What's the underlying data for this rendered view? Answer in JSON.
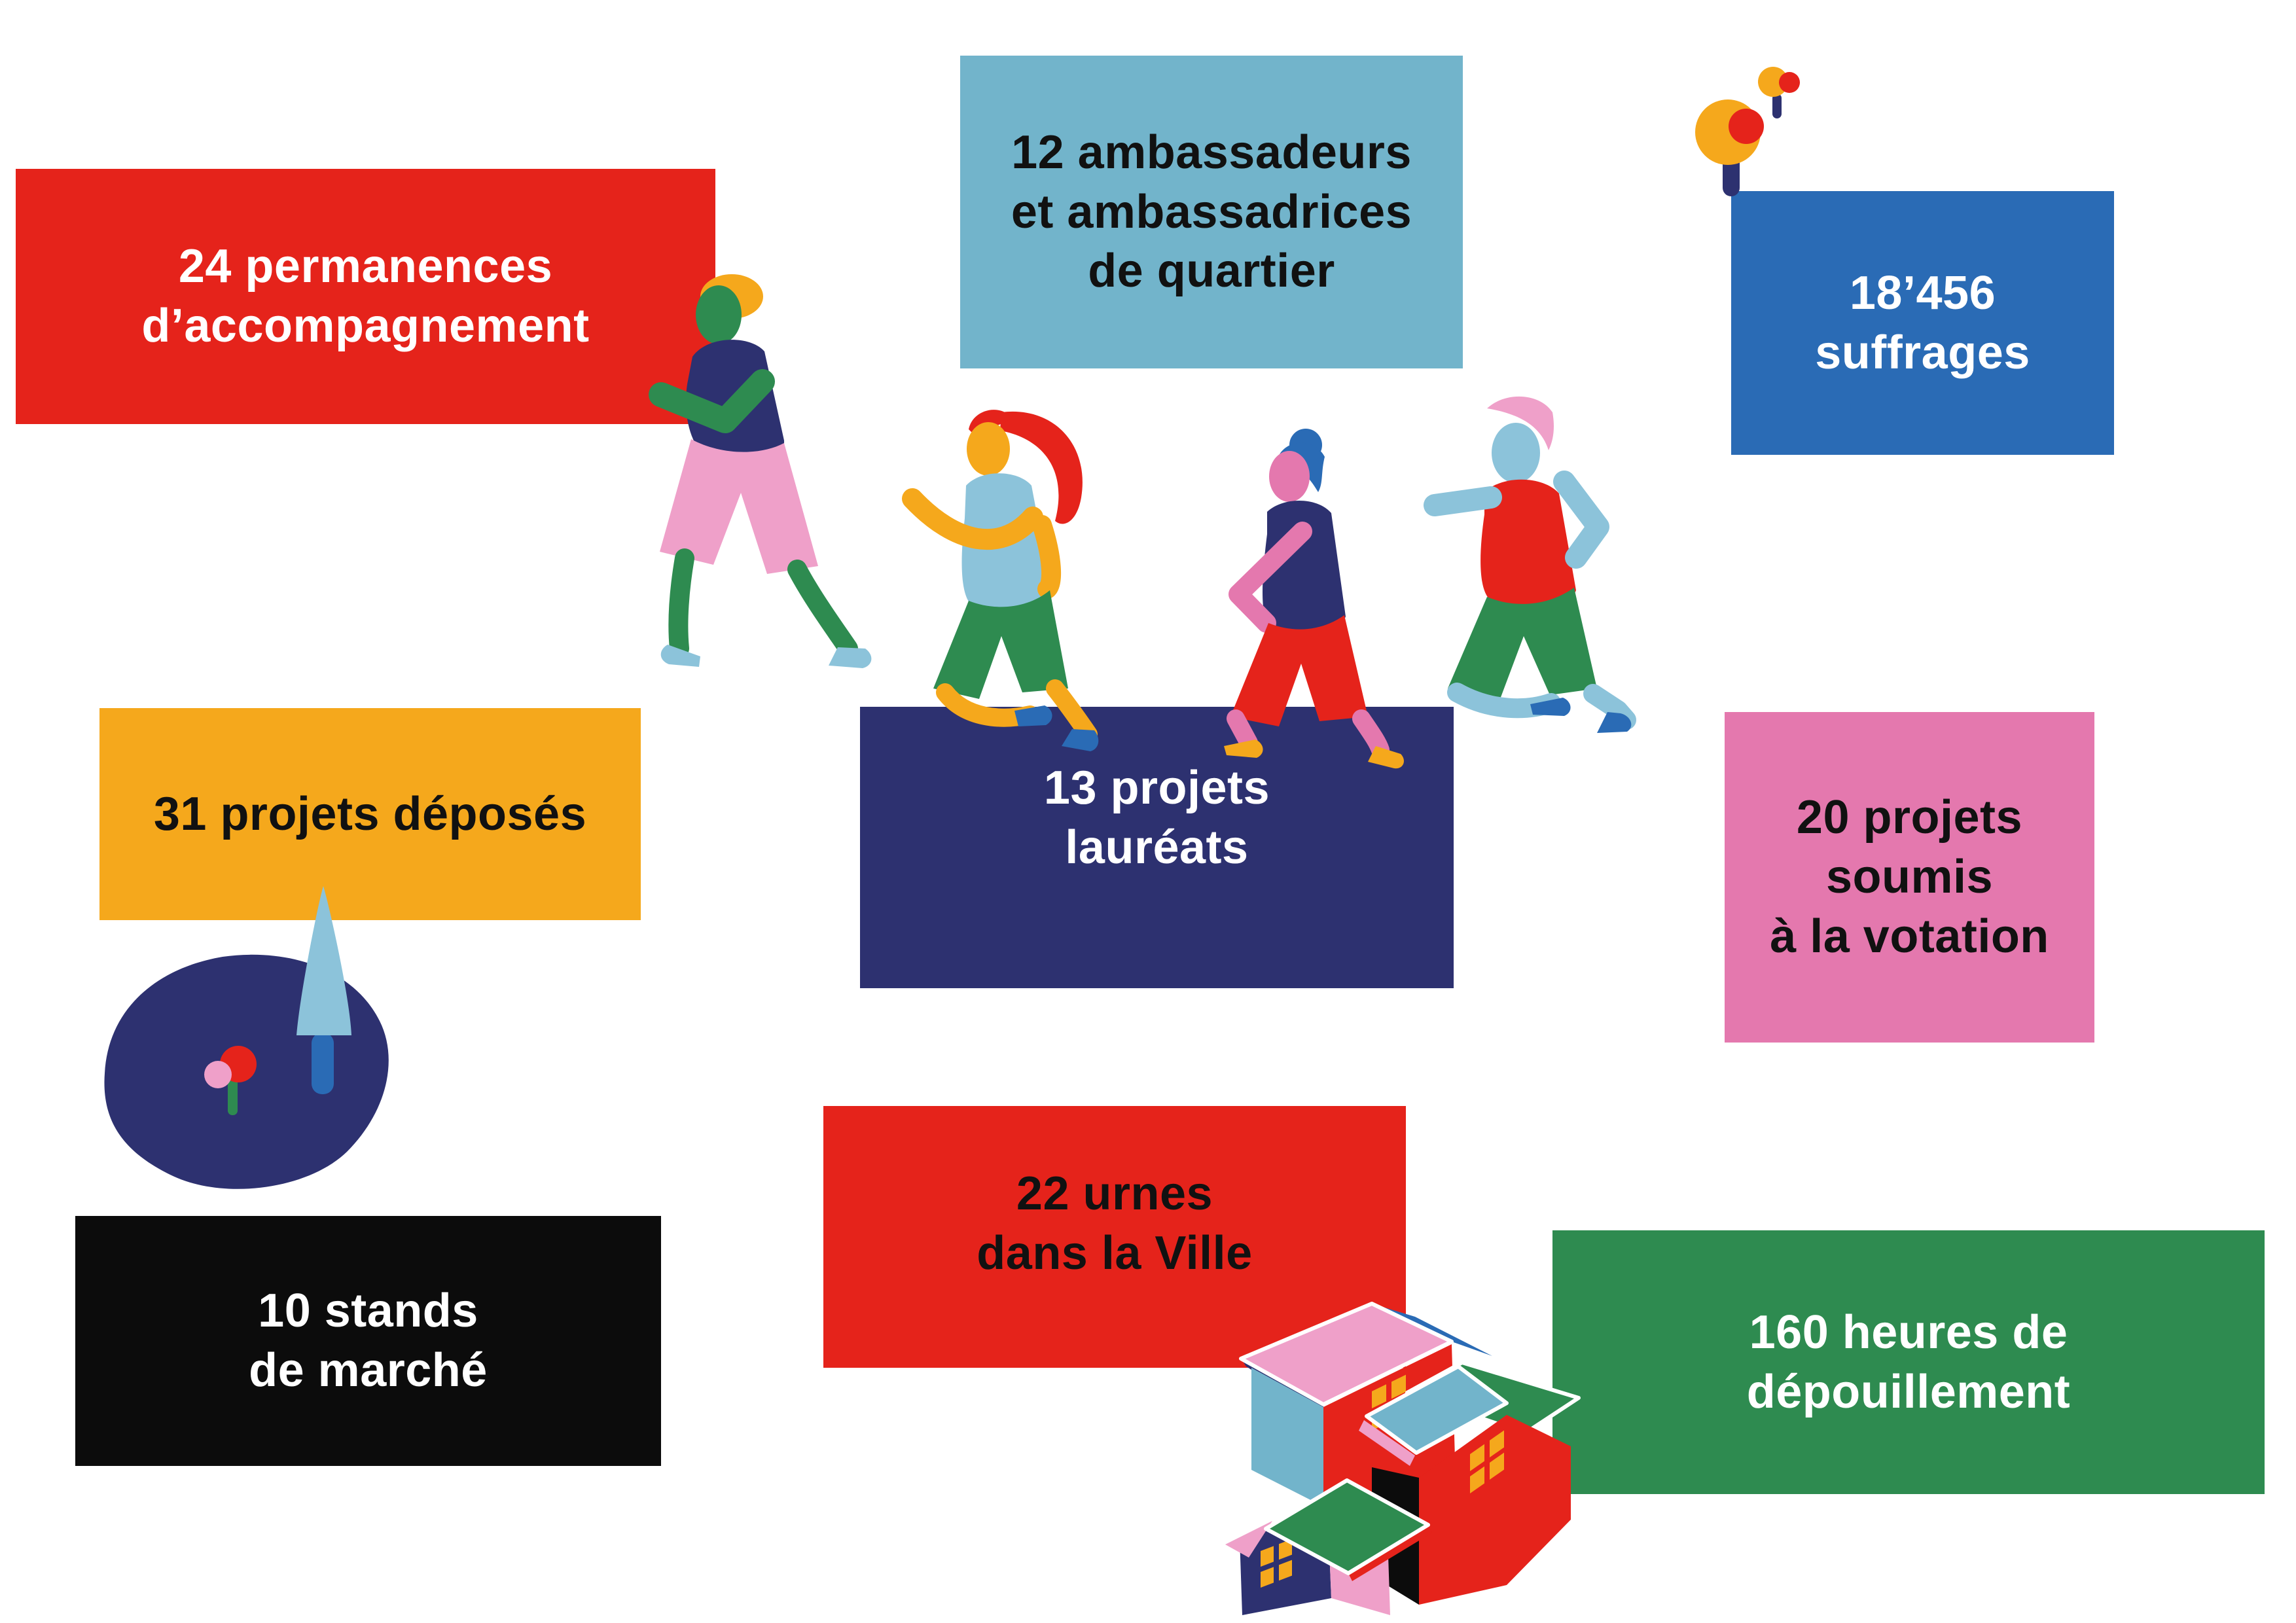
{
  "palette": {
    "red": "#E5231B",
    "orange": "#F5A81C",
    "green": "#2E8B50",
    "navy": "#2D3170",
    "blue": "#2A6BB5",
    "teal": "#72B4CB",
    "sky_blue": "#8CC3DA",
    "pink": "#E478AE",
    "light_pink": "#EFA0C9",
    "black": "#0C0C0C",
    "white": "#FFFFFF",
    "text_dark": "#111111",
    "background": "#FFFFFF"
  },
  "boxes": {
    "permanences": {
      "line1": "24 permanences",
      "line2": "d’accompagnement"
    },
    "ambassadeurs": {
      "line1": "12 ambassadeurs",
      "line2": "et ambassadrices",
      "line3": "de quartier"
    },
    "suffrages": {
      "line1": "18’456",
      "line2": "suffrages"
    },
    "deposes": {
      "line1": "31 projets déposés"
    },
    "laureats": {
      "line1": "13 projets",
      "line2": "lauréats"
    },
    "votation": {
      "line1": "20 projets",
      "line2": "soumis",
      "line3": "à la votation"
    },
    "urnes": {
      "line1": "22 urnes",
      "line2": "dans la Ville"
    },
    "stands": {
      "line1": "10 stands",
      "line2": "de marché"
    },
    "depouillement": {
      "line1": "160 heures de",
      "line2": "dépouillement"
    }
  },
  "icons": {
    "round_tree": "svg-circle-foliage-with-trunk",
    "conifer_tree": "svg-cone-with-trunk",
    "park_blob": "svg-organic-blob",
    "runner": "svg-running-person-figure",
    "houses_cluster": "svg-isometric-houses-with-windows"
  }
}
